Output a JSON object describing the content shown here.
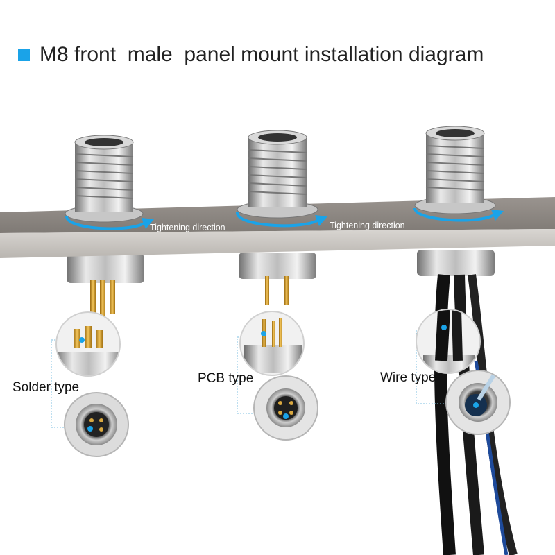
{
  "title": "M8 front  male  panel mount installation diagram",
  "arrows": [
    "Tightening direction",
    "Tightening direction"
  ],
  "types": [
    "Solder type",
    "PCB type",
    "Wire type"
  ],
  "colors": {
    "accent": "#1aa3e8",
    "panel": "#8c8782",
    "text": "#222222"
  }
}
